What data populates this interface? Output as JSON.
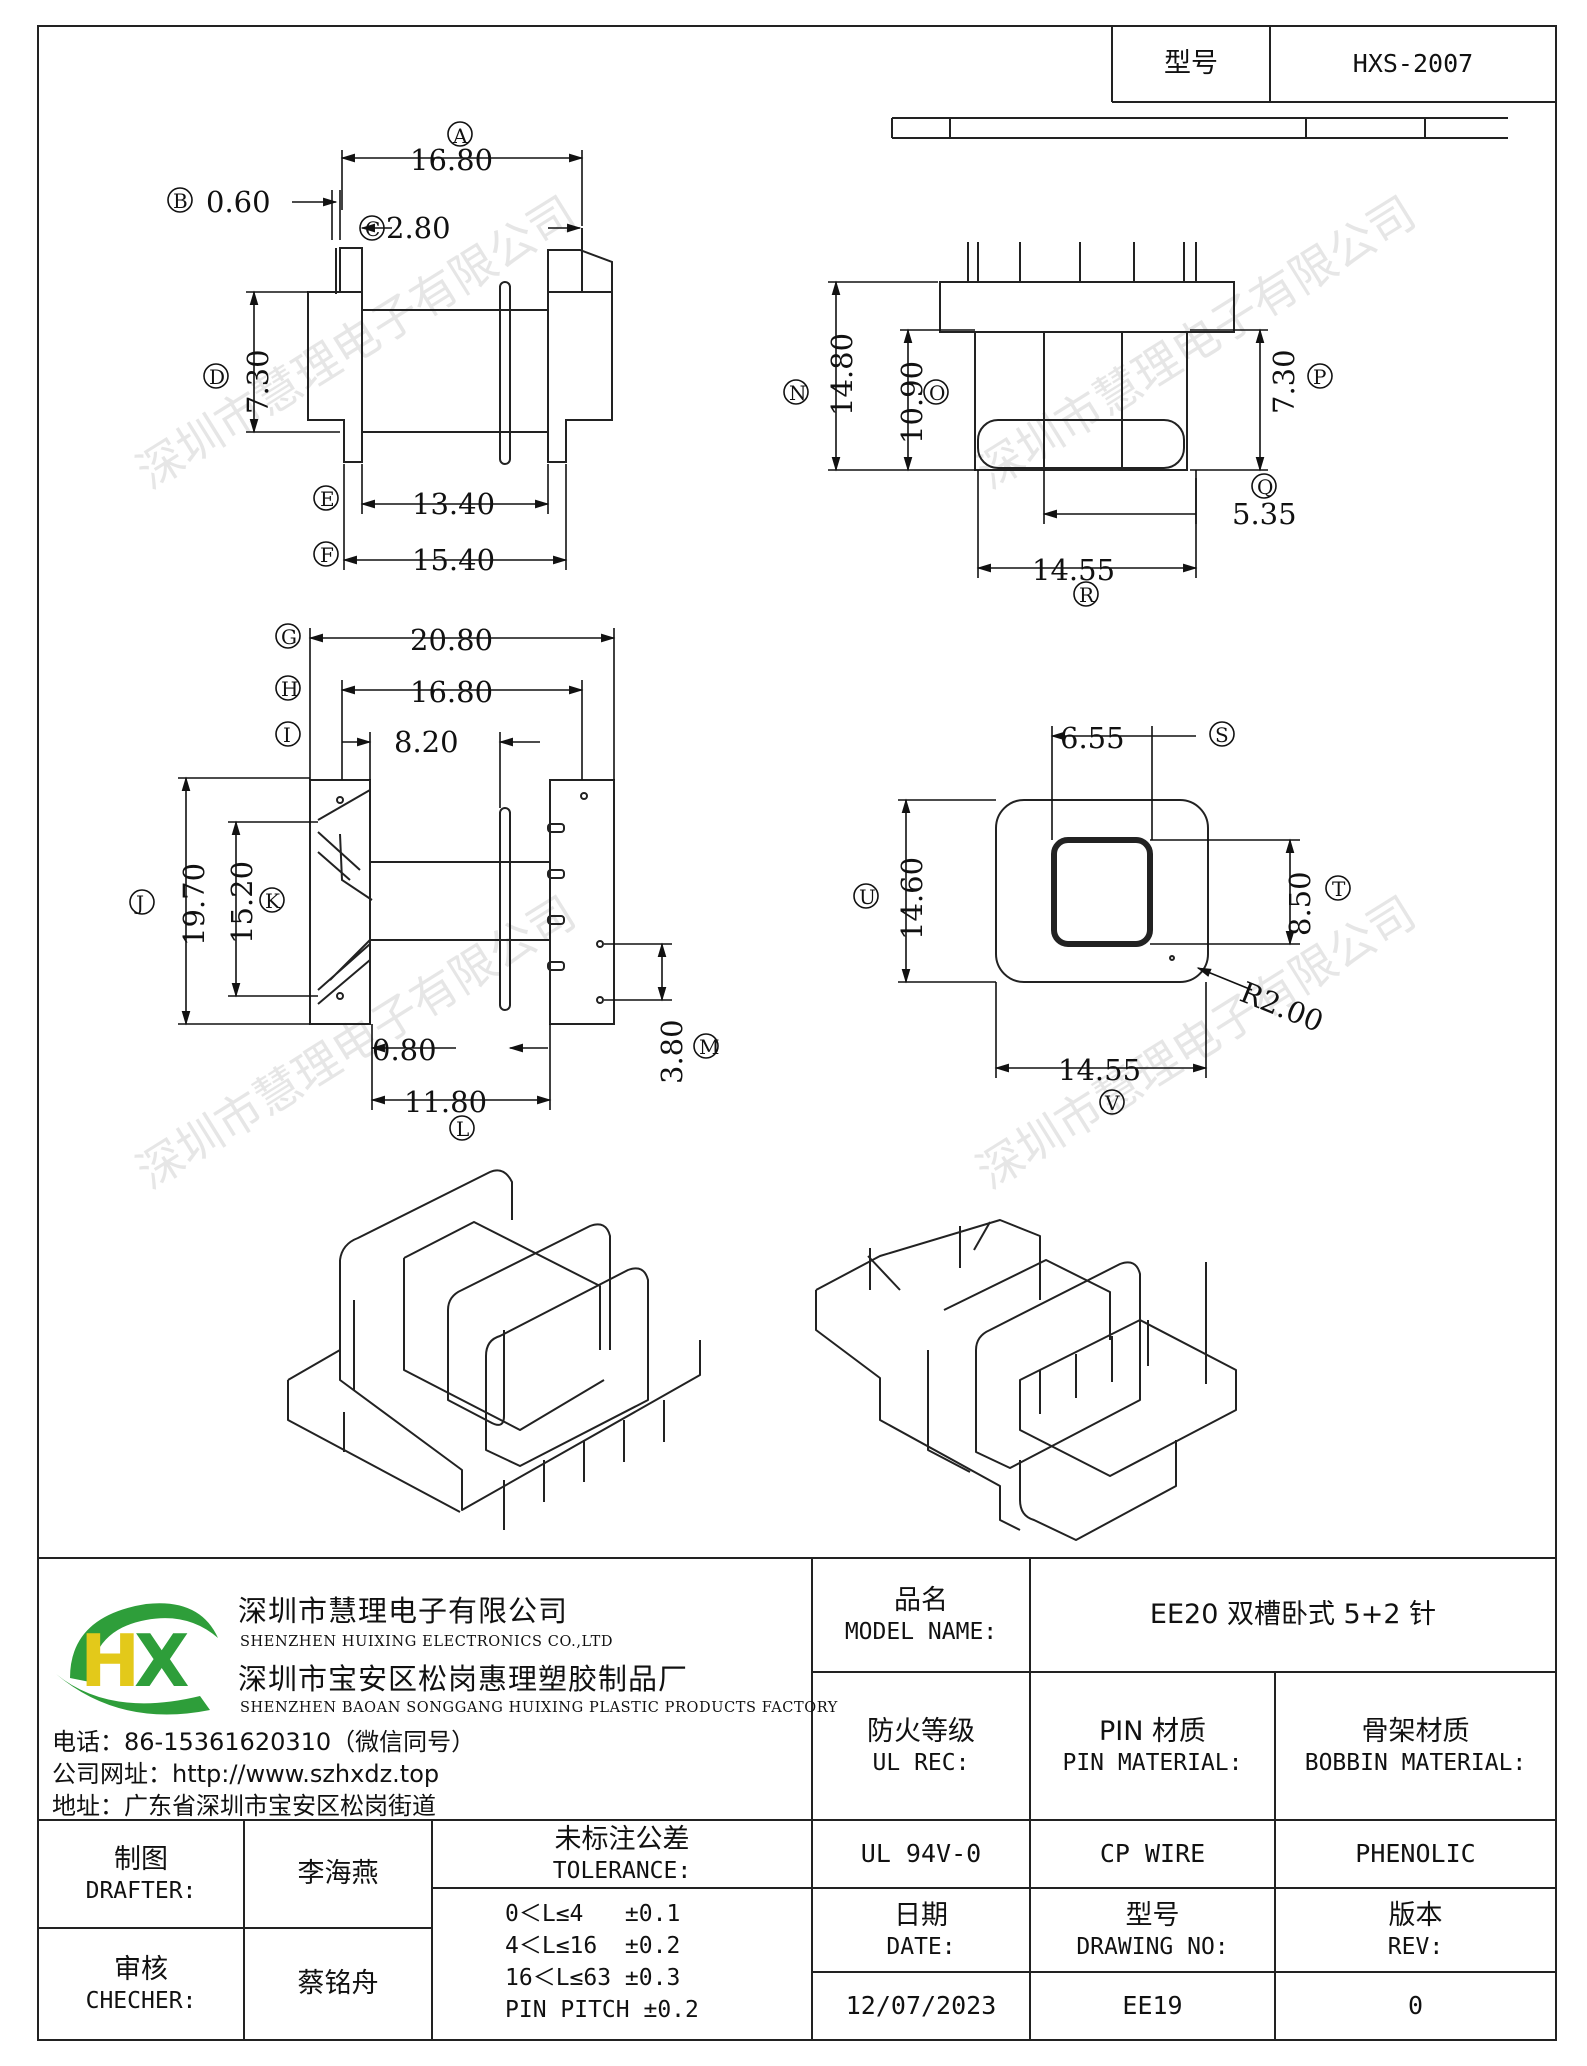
{
  "header": {
    "model_label": "型号",
    "model_value": "HXS-2007"
  },
  "watermark": "深圳市慧理电子有限公司",
  "dimensions": {
    "top_left": {
      "A": "16.80",
      "B": "0.60",
      "C": "2.80",
      "D": "7.30",
      "E": "13.40",
      "F": "15.40",
      "A_letter": "A",
      "B_letter": "B",
      "C_letter": "C",
      "D_letter": "D",
      "E_letter": "E",
      "F_letter": "F"
    },
    "top_right": {
      "N": "14.80",
      "O": "10.90",
      "P": "7.30",
      "Q": "5.35",
      "R": "14.55",
      "N_letter": "N",
      "O_letter": "O",
      "P_letter": "P",
      "Q_letter": "Q",
      "R_letter": "R"
    },
    "middle_left": {
      "G": "20.80",
      "H": "16.80",
      "I": "8.20",
      "J": "19.70",
      "K": "15.20",
      "L": "11.80",
      "M": "3.80",
      "L_small": "0.80",
      "G_letter": "G",
      "H_letter": "H",
      "I_letter": "I",
      "J_letter": "J",
      "K_letter": "K",
      "L_letter": "L",
      "M_letter": "M"
    },
    "middle_right": {
      "S": "6.55",
      "T": "8.50",
      "U": "14.60",
      "V": "14.55",
      "radius": "R2.00",
      "S_letter": "S",
      "T_letter": "T",
      "U_letter": "U",
      "V_letter": "V"
    }
  },
  "company": {
    "name_cn": "深圳市慧理电子有限公司",
    "name_en": "SHENZHEN HUIXING ELECTRONICS CO.,LTD",
    "factory_cn": "深圳市宝安区松岗惠理塑胶制品厂",
    "factory_en": "SHENZHEN BAOAN SONGGANG HUIXING PLASTIC PRODUCTS FACTORY",
    "phone": "电话：86-15361620310（微信同号）",
    "website": "公司网址：http://www.szhxdz.top",
    "address": "地址：广东省深圳市宝安区松岗街道",
    "logo_letters": "HX",
    "logo_colors": {
      "green": "#2e9e3a",
      "yellow": "#e3c91a"
    }
  },
  "title_block": {
    "model_name_cn": "品名",
    "model_name_en": "MODEL NAME:",
    "model_name_value": "EE20 双槽卧式 5+2 针",
    "ul_rec_cn": "防火等级",
    "ul_rec_en": "UL REC:",
    "ul_rec_value": "UL 94V-0",
    "pin_material_cn": "PIN 材质",
    "pin_material_en": "PIN MATERIAL:",
    "pin_material_value": "CP WIRE",
    "bobbin_material_cn": "骨架材质",
    "bobbin_material_en": "BOBBIN MATERIAL:",
    "bobbin_material_value": "PHENOLIC",
    "drafter_cn": "制图",
    "drafter_en": "DRAFTER:",
    "drafter_value": "李海燕",
    "checker_cn": "审核",
    "checker_en": "CHECHER:",
    "checker_value": "蔡铭舟",
    "tolerance_cn": "未标注公差",
    "tolerance_en": "TOLERANCE:",
    "tolerances": [
      "0＜L≤4   ±0.1",
      "4＜L≤16  ±0.2",
      "16＜L≤63 ±0.3",
      "PIN PITCH ±0.2"
    ],
    "date_cn": "日期",
    "date_en": "DATE:",
    "date_value": "12/07/2023",
    "drawing_no_cn": "型号",
    "drawing_no_en": "DRAWING NO:",
    "drawing_no_value": "EE19",
    "rev_cn": "版本",
    "rev_en": "REV:",
    "rev_value": "0"
  }
}
